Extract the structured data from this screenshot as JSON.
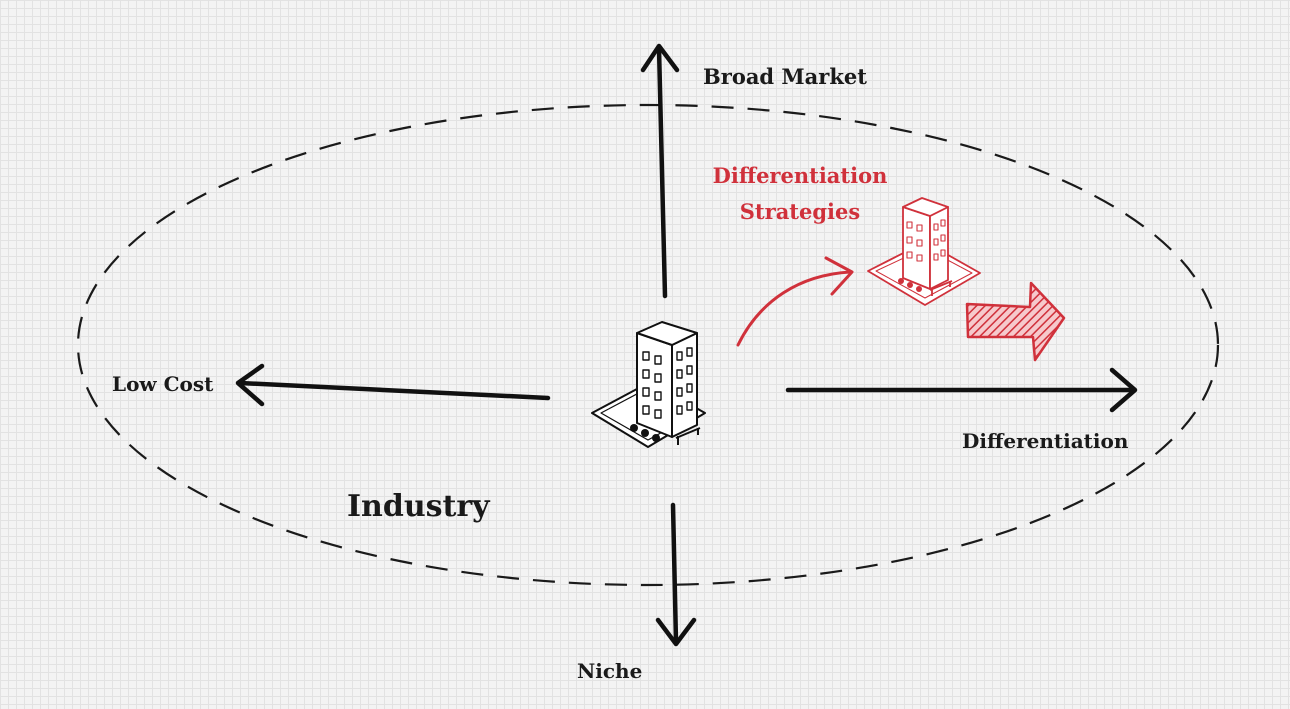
{
  "labels": {
    "broad_market": "Broad Market",
    "low_cost": "Low Cost",
    "differentiation": "Differentiation",
    "niche": "Niche",
    "industry": "Industry",
    "strategy_line1": "Differentiation",
    "strategy_line2": "Strategies"
  },
  "icons": {
    "main_building": "office-building-icon",
    "strategy_building": "office-building-icon",
    "direction_arrow": "hatched-arrow-icon"
  },
  "colors": {
    "ink": "#1a1a1a",
    "accent_red": "#d0313b"
  }
}
